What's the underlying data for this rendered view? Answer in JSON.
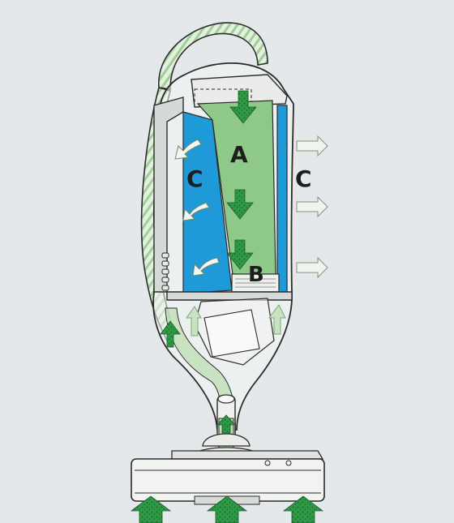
{
  "diagram": {
    "labels": {
      "a": "A",
      "b": "B",
      "c_left": "C",
      "c_right": "C"
    },
    "colors": {
      "background": "#e5e8ea",
      "filter_bag": "#8fc98a",
      "outer_chamber": "#1e9ad8",
      "airflow_green": "#2e8b3c",
      "exhaust_air": "#eef3ea",
      "outline": "#2b2b2b"
    }
  }
}
